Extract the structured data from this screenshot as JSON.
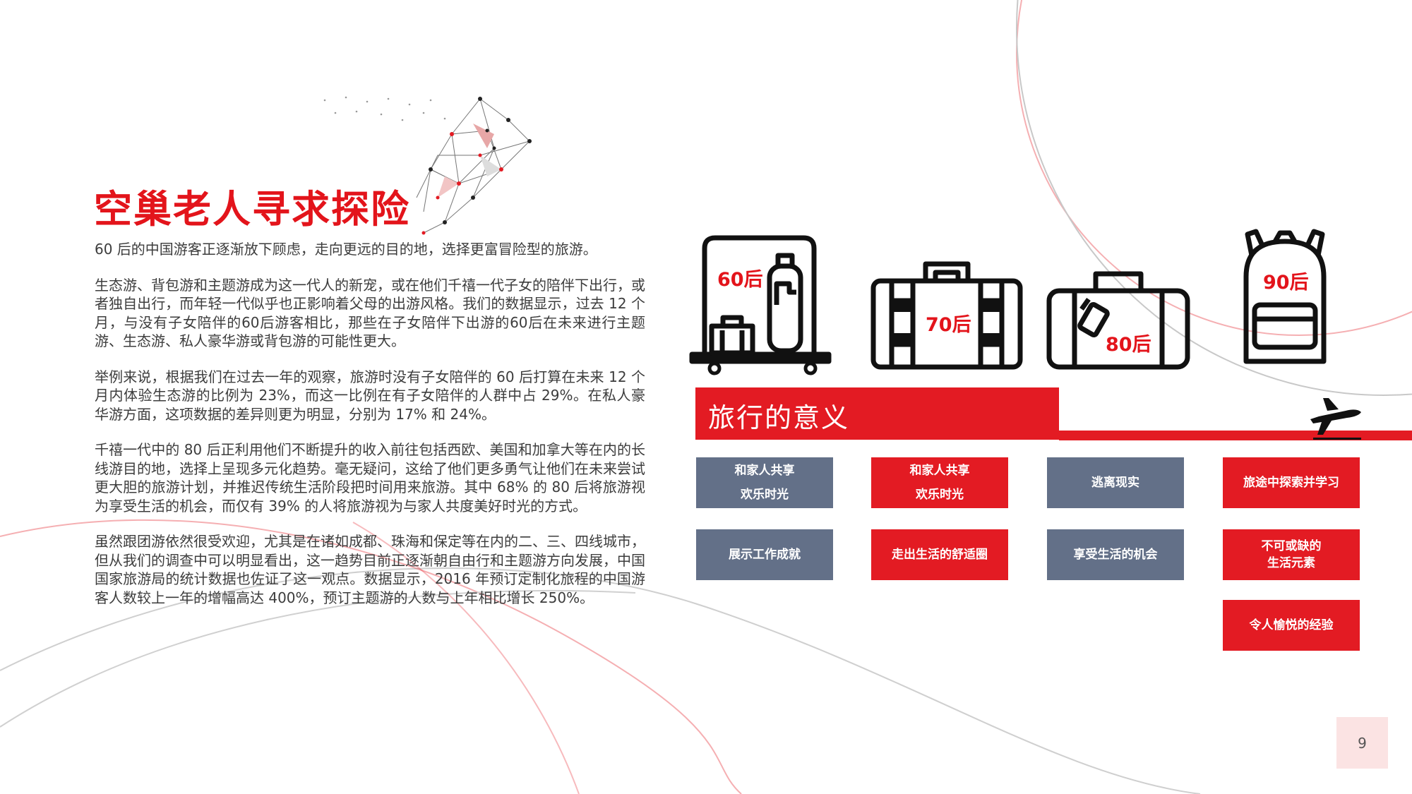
{
  "title": "空巢老人寻求探险",
  "paragraphs": [
    "60 后的中国游客正逐渐放下顾虑，走向更远的目的地，选择更富冒险型的旅游。",
    "生态游、背包游和主题游成为这一代人的新宠，或在他们千禧一代子女的陪伴下出行，或者独自出行，而年轻一代似乎也正影响着父母的出游风格。我们的数据显示，过去 12 个月，与没有子女陪伴的60后游客相比，那些在子女陪伴下出游的60后在未来进行主题游、生态游、私人豪华游或背包游的可能性更大。",
    "举例来说，根据我们在过去一年的观察，旅游时没有子女陪伴的 60 后打算在未来 12 个月内体验生态游的比例为 23%，而这一比例在有子女陪伴的人群中占 29%。在私人豪华游方面，这项数据的差异则更为明显，分别为 17% 和 24%。",
    "千禧一代中的 80 后正利用他们不断提升的收入前往包括西欧、美国和加拿大等在内的长线游目的地，选择上呈现多元化趋势。毫无疑问，这给了他们更多勇气让他们在未来尝试更大胆的旅游计划，并推迟传统生活阶段把时间用来旅游。其中 68% 的 80 后将旅游视为享受生活的机会，而仅有 39% 的人将旅游视为与家人共度美好时光的方式。",
    "虽然跟团游依然很受欢迎，尤其是在诸如成都、珠海和保定等在内的二、三、四线城市，但从我们的调查中可以明显看出，这一趋势目前正逐渐朝自由行和主题游方向发展，中国国家旅游局的统计数据也佐证了这一观点。数据显示，2016 年预订定制化旅程的中国游客人数较上一年的增幅高达 400%，预订主题游的人数与上年相比增长 250%。"
  ],
  "generations": [
    {
      "label": "60后",
      "icon": "luggage-cart-icon"
    },
    {
      "label": "70后",
      "icon": "suitcase-icon"
    },
    {
      "label": "80后",
      "icon": "travel-bag-icon"
    },
    {
      "label": "90后",
      "icon": "backpack-icon"
    }
  ],
  "section_title": "旅行的意义",
  "meaning": {
    "row1": [
      {
        "lines": [
          "和家人共享",
          "欢乐时光"
        ],
        "color": "gray"
      },
      {
        "lines": [
          "和家人共享",
          "欢乐时光"
        ],
        "color": "red"
      },
      {
        "lines": [
          "逃离现实"
        ],
        "color": "gray"
      },
      {
        "lines": [
          "旅途中探索并学习"
        ],
        "color": "red"
      }
    ],
    "row2": [
      {
        "lines": [
          "展示工作成就"
        ],
        "color": "gray"
      },
      {
        "lines": [
          "走出生活的舒适圈"
        ],
        "color": "red"
      },
      {
        "lines": [
          "享受生活的机会"
        ],
        "color": "gray"
      },
      {
        "lines": [
          "不可或缺的",
          "生活元素"
        ],
        "color": "red"
      }
    ],
    "row3": [
      {
        "lines": [
          "令人愉悦的经验"
        ],
        "color": "red"
      }
    ]
  },
  "page_number": "9",
  "colors": {
    "accent": "#e31b23",
    "gray_card": "#637088",
    "page_bg": "#fbe3e3"
  }
}
